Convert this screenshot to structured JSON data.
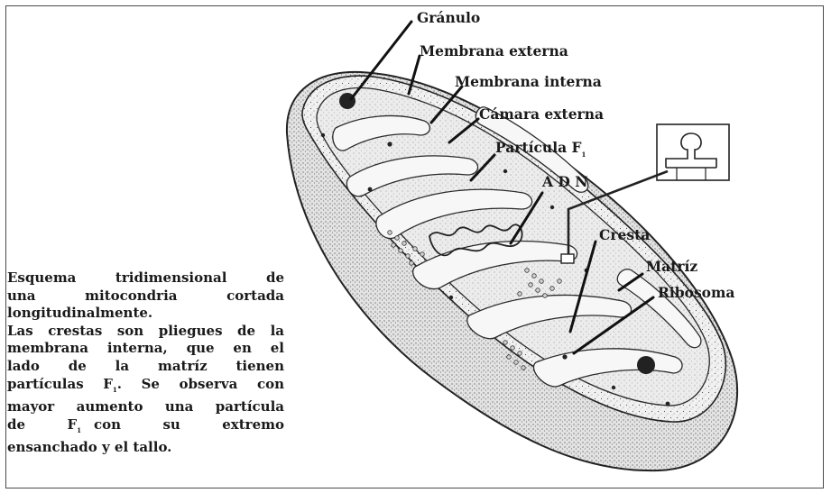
{
  "diagram": {
    "labels": {
      "granulo": "Gránulo",
      "membrana_externa": "Membrana externa",
      "membrana_interna": "Membrana interna",
      "camara_externa": "Cámara externa",
      "particula_f": "Partícula F",
      "particula_f_sub": "1",
      "adn": "A D N",
      "cresta": "Cresta",
      "matriz": "Matríz",
      "ribosoma": "Ribosoma"
    },
    "caption": {
      "line1": "Esquema tridimensional de",
      "line2": "una mitocondria cortada",
      "line3": "longitudinalmente.",
      "line4": "Las crestas son pliegues de la",
      "line5": "membrana interna, que en el",
      "line6": "lado de la matríz tienen",
      "line7a": "partículas F",
      "sub": "1",
      "line7b": ". Se observa con",
      "line8": "mayor aumento una partícula",
      "line9a": "de F",
      "line9b": "con su extremo",
      "line10": "ensanchado y el tallo."
    }
  }
}
